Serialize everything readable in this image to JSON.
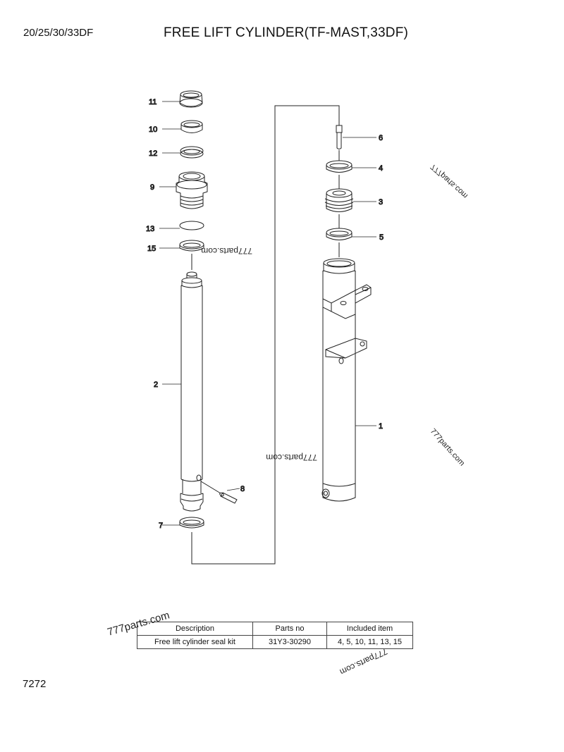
{
  "header": {
    "model": "20/25/30/33DF",
    "title": "FREE LIFT CYLINDER(TF-MAST,33DF)"
  },
  "footer": {
    "sheet_number": "7272"
  },
  "callouts": {
    "c1": "1",
    "c2": "2",
    "c3": "3",
    "c4": "4",
    "c5": "5",
    "c6": "6",
    "c7": "7",
    "c8": "8",
    "c9": "9",
    "c10": "10",
    "c11": "11",
    "c12": "12",
    "c13": "13",
    "c15": "15"
  },
  "watermark": "777parts.com",
  "kit_table": {
    "headers": [
      "Description",
      "Parts no",
      "Included item"
    ],
    "rows": [
      [
        "Free lift cylinder seal kit",
        "31Y3-30290",
        "4, 5, 10, 11, 13, 15"
      ]
    ]
  }
}
